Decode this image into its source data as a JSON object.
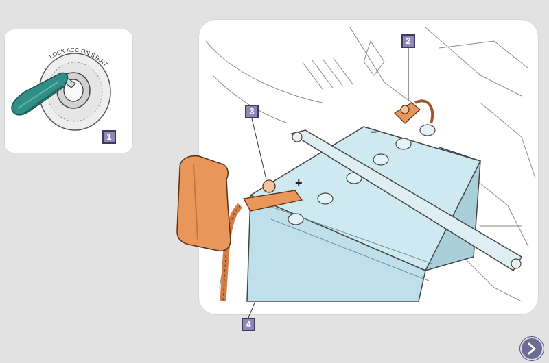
{
  "ignition": {
    "positions_label": "LOCK ACC ON START"
  },
  "callouts": {
    "ignition_key": "1",
    "negative_terminal": "2",
    "positive_terminal": "3",
    "battery": "4"
  },
  "battery": {
    "positive_mark": "+",
    "negative_mark": "−"
  },
  "icons": {
    "next": "chevron-right-icon"
  },
  "colors": {
    "key": "#2f8f86",
    "terminal": "#e8965a",
    "battery": "#bfe0ea",
    "callout": "#8e88b8",
    "nav_button": "#6d6a95"
  }
}
